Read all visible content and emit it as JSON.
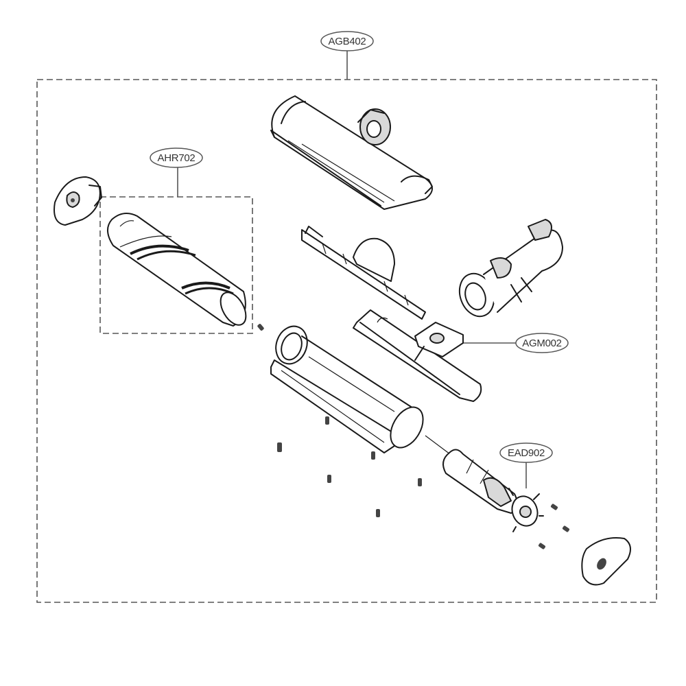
{
  "callouts": {
    "assembly": "AGB402",
    "brush": "AHR702",
    "housing": "AGM002",
    "motor": "EAD902"
  },
  "colors": {
    "line": "#1a1a1a",
    "callout_border": "#555555",
    "callout_text": "#333333",
    "dashed_box": "#555555"
  }
}
